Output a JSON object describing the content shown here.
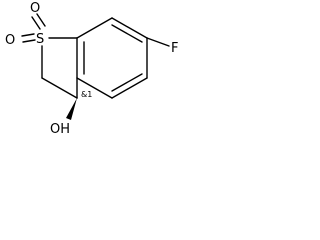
{
  "atoms": {
    "sulfur": "S",
    "oxygen_1": "O",
    "oxygen_2": "O",
    "fluorine": "F",
    "hydroxyl": "OH"
  },
  "stereo": {
    "label": "&1"
  }
}
